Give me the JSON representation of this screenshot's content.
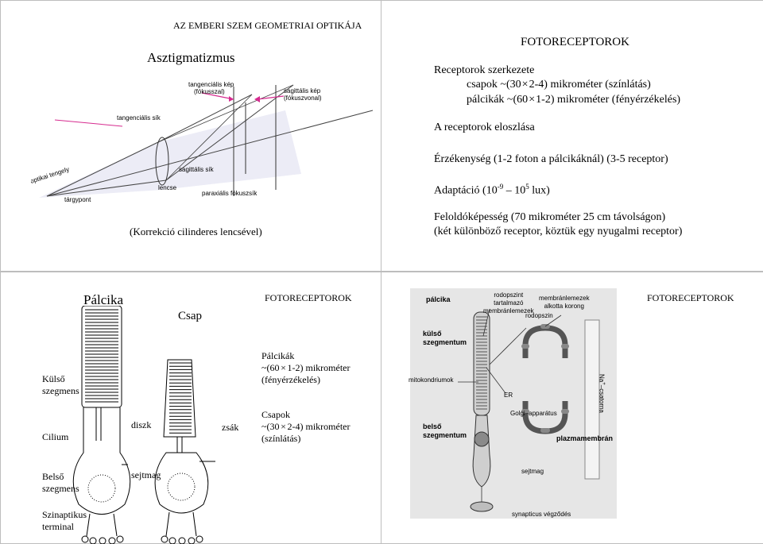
{
  "page_header": "AZ EMBERI SZEM GEOMETRIAI OPTIKÁJA",
  "slide_astig": {
    "title": "Asztigmatizmus",
    "caption": "(Korrekció cilinderes lencsével)",
    "diagram_labels": {
      "tangential_image": "tangenciális kép",
      "tangential_image_sub": "(fókusszal)",
      "sagittal_image": "sagittális kép",
      "sagittal_image_sub": "(fókuszvonal)",
      "tangential_plane": "tangenciális sík",
      "sagittal_plane": "sagittális sík",
      "optical_axis": "optikai tengely",
      "lens": "lencse",
      "object_point": "tárgypont",
      "paraxial_focus": "paraxiális fókuszsík"
    }
  },
  "slide_receptors": {
    "title": "FOTORECEPTOROK",
    "structure_heading": "Receptorok szerkezete",
    "cones_line": {
      "a": "csapok ~(30",
      "b": "2-4) mikrométer (színlátás)"
    },
    "rods_line": {
      "a": "pálcikák ~(60",
      "b": "1-2) mikrométer (fényérzékelés)"
    },
    "distribution": "A receptorok eloszlása",
    "sensitivity": "Érzékenység (1-2 foton a pálcikáknál) (3-5 receptor)",
    "adaptation": {
      "a": "Adaptáció (10",
      "exp1": "-9",
      "b": "10",
      "exp2": "5",
      "c": "lux)"
    },
    "resolution1": "Feloldóképesség (70 mikrométer 25 cm távolságon)",
    "resolution2": "(két különböző receptor, köztük egy nyugalmi receptor)"
  },
  "slide_rodcone": {
    "title": "FOTORECEPTOROK",
    "rod_title": "Pálcika",
    "cone_title": "Csap",
    "left_labels": {
      "outer": "Külső",
      "outer2": "szegmens",
      "cilium": "Cilium",
      "inner": "Belső",
      "inner2": "szegmens",
      "synaptic": "Szinaptikus",
      "synaptic2": "terminal"
    },
    "disk": "diszk",
    "fold": "zsák",
    "nucleus": "sejtmag",
    "rods_note": {
      "a": "Pálcikák",
      "b": "~(60",
      "c": "1-2) mikrométer",
      "d": "(fényérzékelés)"
    },
    "cones_note": {
      "a": "Csapok",
      "b": "~(30",
      "c": "2-4) mikrométer",
      "d": "(színlátás)"
    }
  },
  "slide_membrane": {
    "title": "FOTORECEPTOROK",
    "labels": {
      "rod": "pálcika",
      "rhodopsin_membranes": "rodopszint",
      "rhodopsin_membranes2": "tartalmazó",
      "rhodopsin_membranes3": "membránlemezek",
      "membrane_ring": "membránlemezek",
      "membrane_ring2": "alkotta korong",
      "rhodopsin": "rodopszin",
      "outer_seg": "külső",
      "outer_seg2": "szegmentum",
      "mito": "mitokondriumok",
      "er": "ER",
      "golgi": "Golgi–apparátus",
      "inner_seg": "belső",
      "inner_seg2": "szegmentum",
      "plasma": "plazmamembrán",
      "na_channel": "Na",
      "na_channel_plus": "+",
      "na_channel2": "–csatorna",
      "nucleus": "sejtmag",
      "synaptic": "synapticus végződés"
    }
  }
}
